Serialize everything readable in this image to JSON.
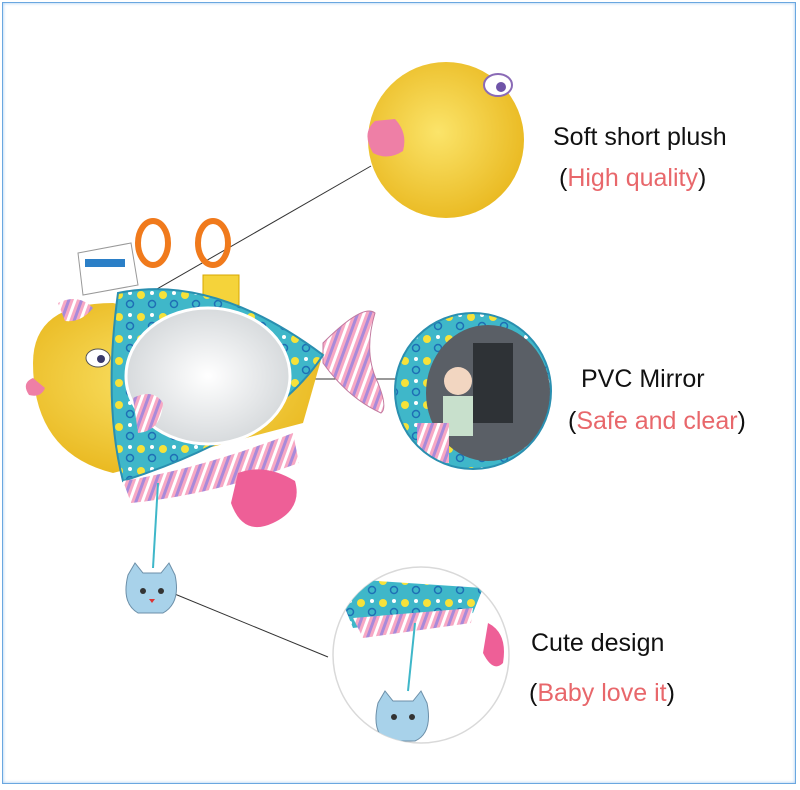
{
  "features": [
    {
      "title": "Soft short plush",
      "subtitle": "High quality"
    },
    {
      "title": "PVC Mirror",
      "subtitle": "Safe and clear"
    },
    {
      "title": "Cute  design",
      "subtitle": "Baby love it"
    }
  ],
  "colors": {
    "accent": "#e8676b",
    "border": "#6aa7e0",
    "plush_yellow": "#f5d33a",
    "fabric_teal": "#3fb7c9",
    "teether_pink": "#ee5f97"
  }
}
